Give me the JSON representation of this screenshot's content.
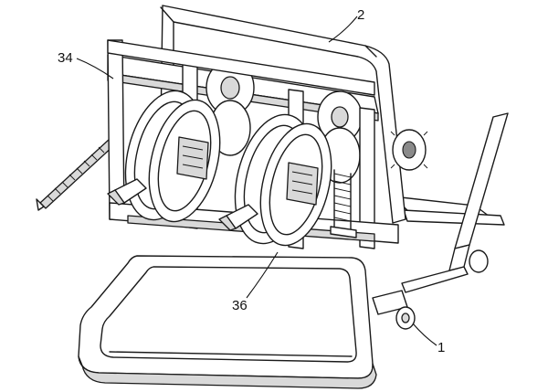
{
  "labels": {
    "part_2": "2",
    "part_34": "34",
    "part_36": "36",
    "part_1": "1"
  }
}
